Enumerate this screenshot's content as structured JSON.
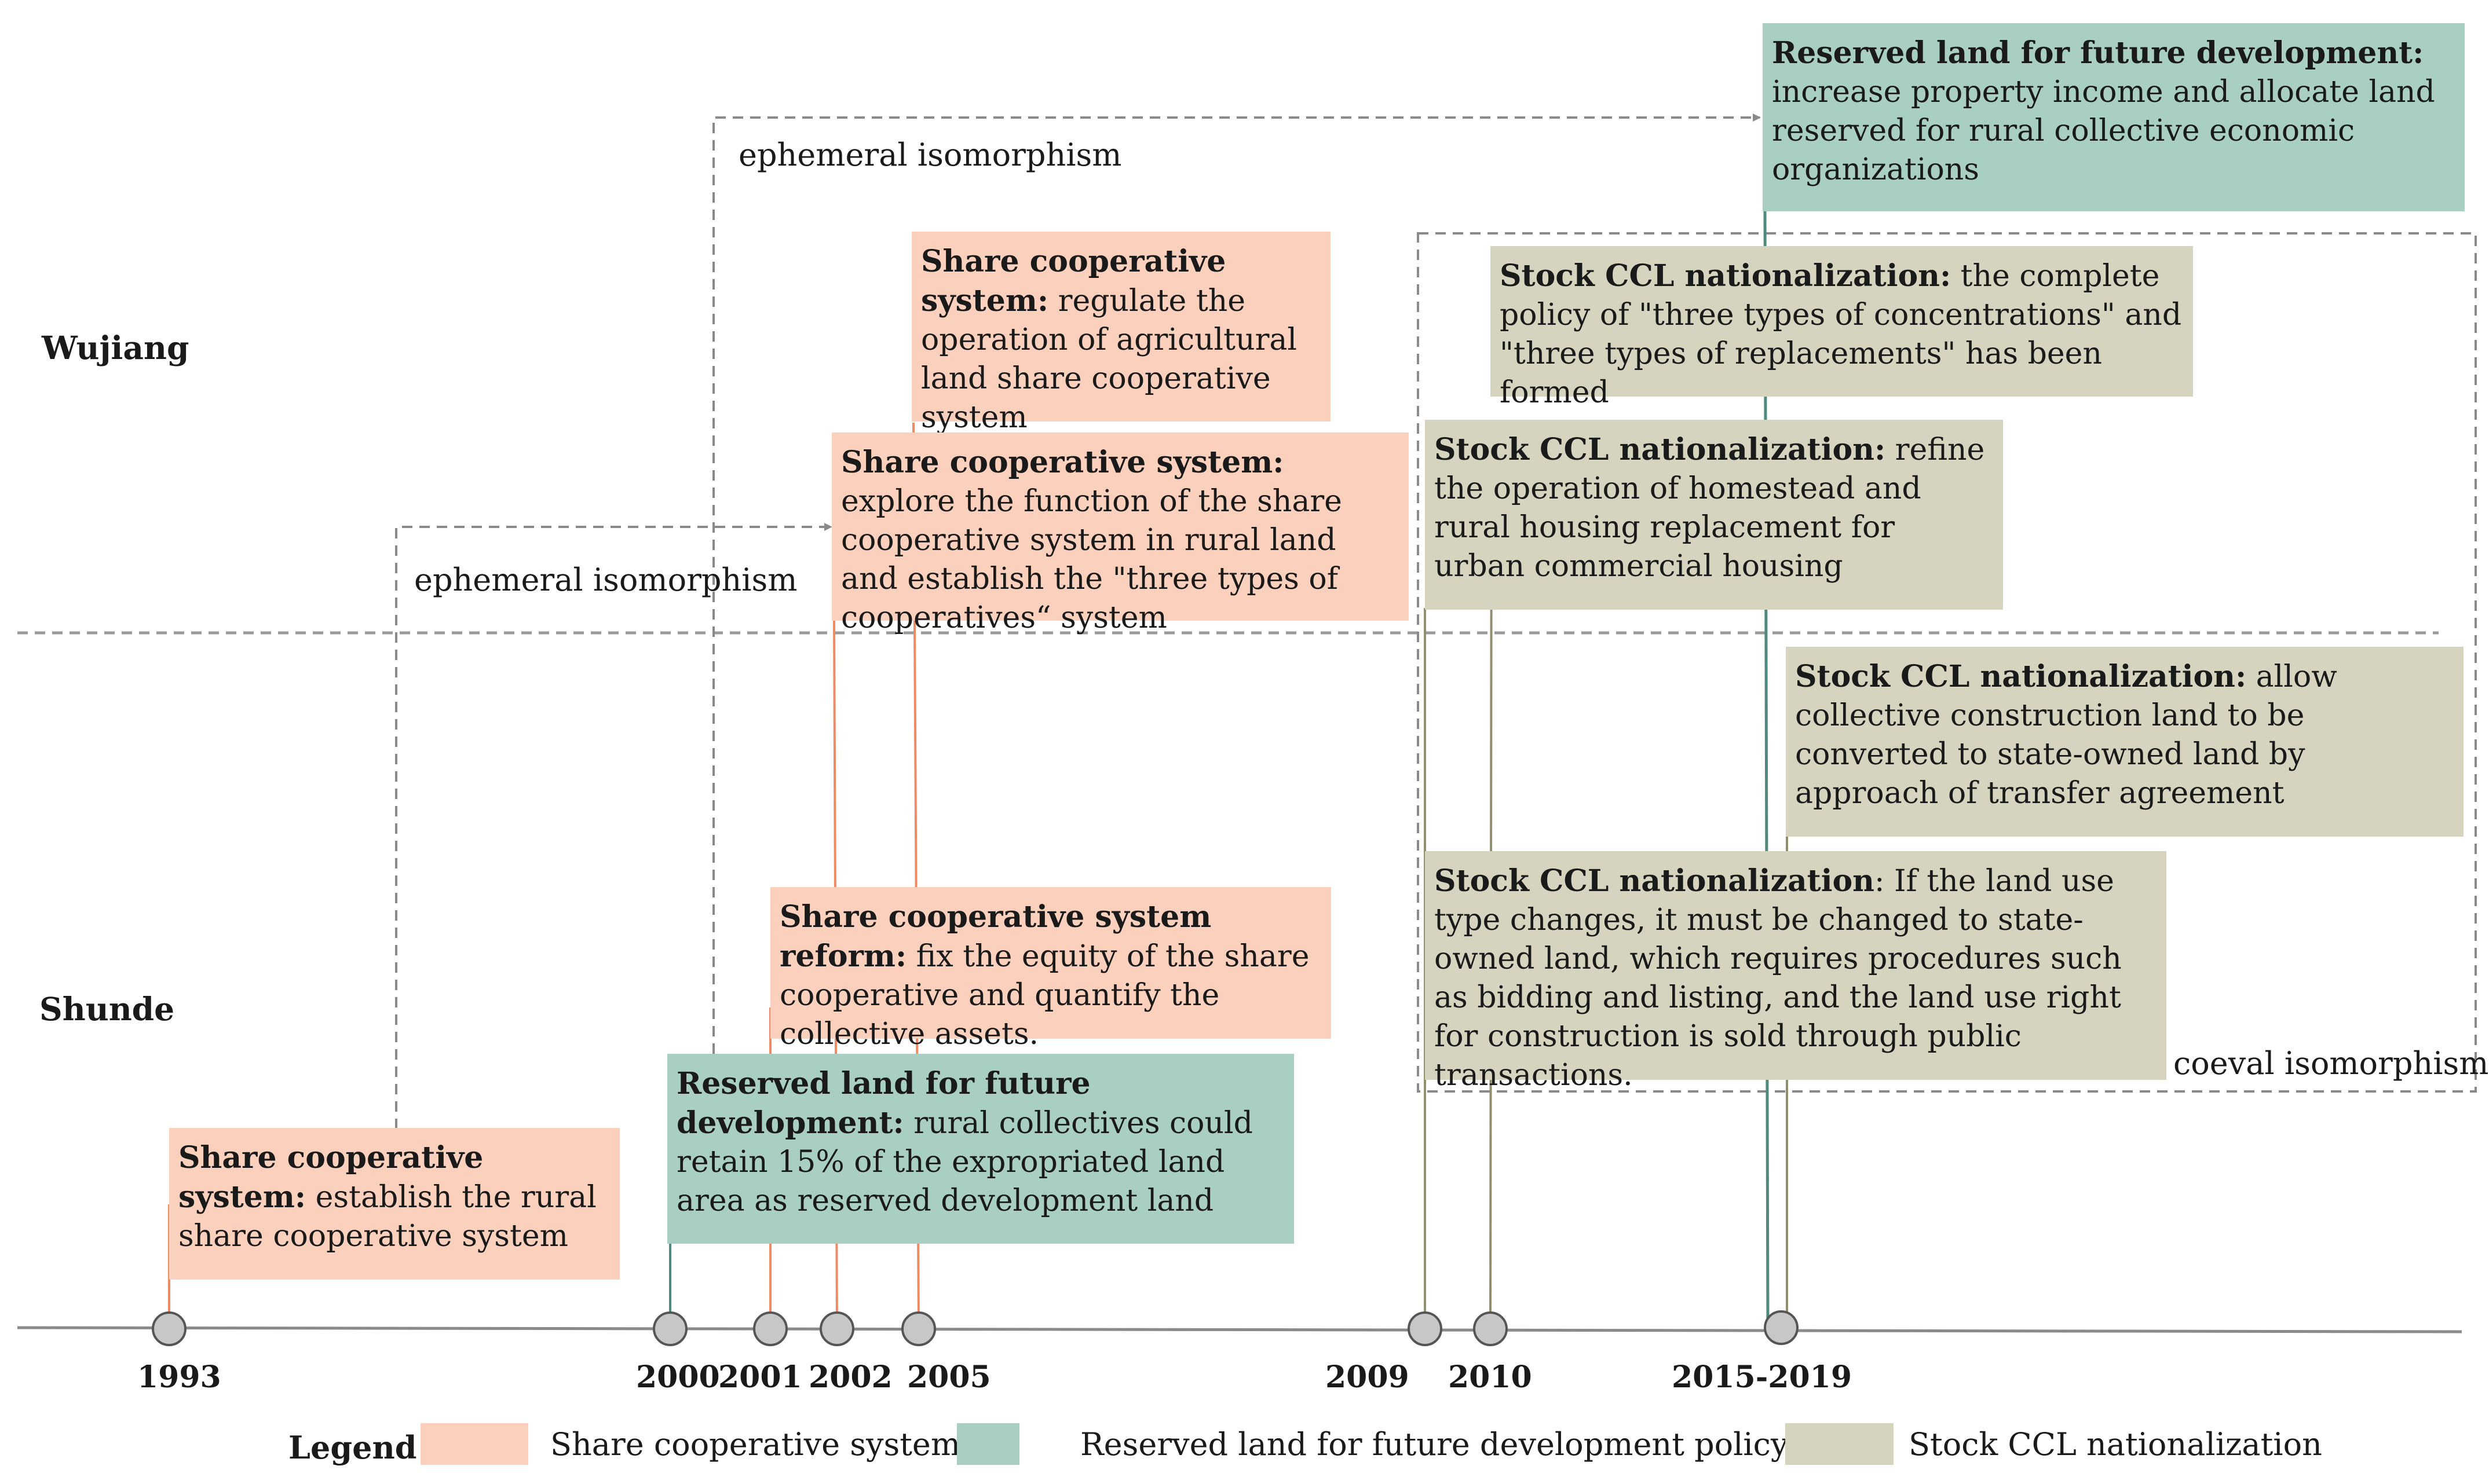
{
  "regions": {
    "wujiang": "Wujiang",
    "shunde": "Shunde"
  },
  "colors": {
    "share": "#fbd0bd",
    "reserved": "#a9cfc3",
    "stock": "#d6d4bf",
    "share_line": "#f08a64",
    "reserved_line": "#4f8a7c",
    "stock_line": "#8f8e6e"
  },
  "annotations": {
    "ephemeral_top": "ephemeral isomorphism",
    "ephemeral_mid": "ephemeral isomorphism",
    "coeval": "coeval isomorphism"
  },
  "years": [
    "1993",
    "2000",
    "2001",
    "2002",
    "2005",
    "2009",
    "2010",
    "2015-2019"
  ],
  "boxes": {
    "reserved_wujiang": {
      "title": "Reserved land for future development:",
      "text": " increase property  income and allocate land reserved for rural collective economic organizations"
    },
    "share_wujiang_2005": {
      "title": "Share cooperative system:",
      "text": " regulate the operation of agricultural land share cooperative system"
    },
    "share_wujiang_2002": {
      "title": "Share cooperative system:",
      "text": " explore  the function of the share cooperative system in rural land and establish the \"three types of cooperatives“ system"
    },
    "stock_wujiang_2010": {
      "title": "Stock CCL nationalization:",
      "text": " the  complete policy of \"three types of concentrations\" and \"three types of replacements\" has been formed"
    },
    "stock_wujiang_2009": {
      "title": "Stock CCL nationalization:",
      "text": " refine the operation of homestead and rural housing replacement for urban commercial housing"
    },
    "stock_shunde_2015": {
      "title": "Stock CCL nationalization:",
      "text": " allow collective construction land to be converted to state-owned land by approach of transfer agreement"
    },
    "stock_shunde_2009": {
      "title": "Stock CCL nationalization",
      "text": ": If the land use type changes, it must be changed to state-owned land, which requires procedures  such as bidding  and listing, and the land use right for construction is sold through public transactions."
    },
    "share_shunde_2001": {
      "title": "Share cooperative system  reform:",
      "text": " fix the equity of the share cooperative and quantify the collective assets."
    },
    "reserved_shunde_2000": {
      "title": "Reserved land for future development:",
      "text": " rural collectives could retain 15% of the expropriated  land area as reserved development land"
    },
    "share_shunde_1993": {
      "title": "Share cooperative system:",
      "text": " establish the rural share cooperative system"
    }
  },
  "legend": {
    "title": "Legend",
    "items": [
      "Share cooperative system",
      "Reserved  land for future development policy",
      "Stock CCL nationalization"
    ]
  }
}
